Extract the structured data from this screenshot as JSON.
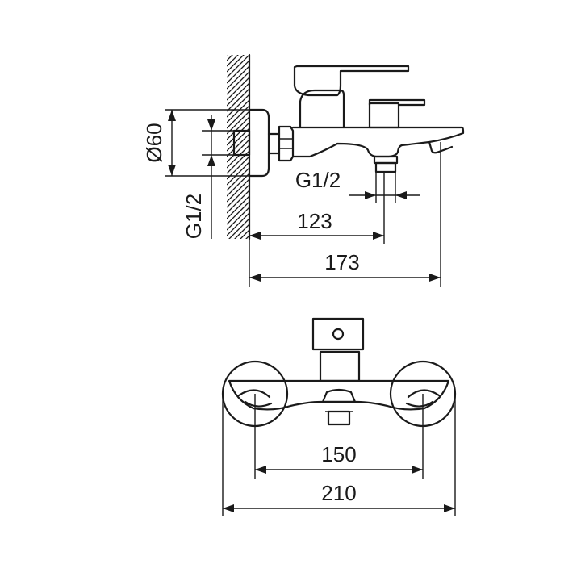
{
  "dimensions": {
    "diameter": "Ø60",
    "thread_vertical": "G1/2",
    "thread_outlet": "G1/2",
    "depth_outlet": "123",
    "depth_total": "173",
    "centers": "150",
    "width_total": "210"
  },
  "colors": {
    "line": "#1a1a1a",
    "background": "#ffffff"
  }
}
